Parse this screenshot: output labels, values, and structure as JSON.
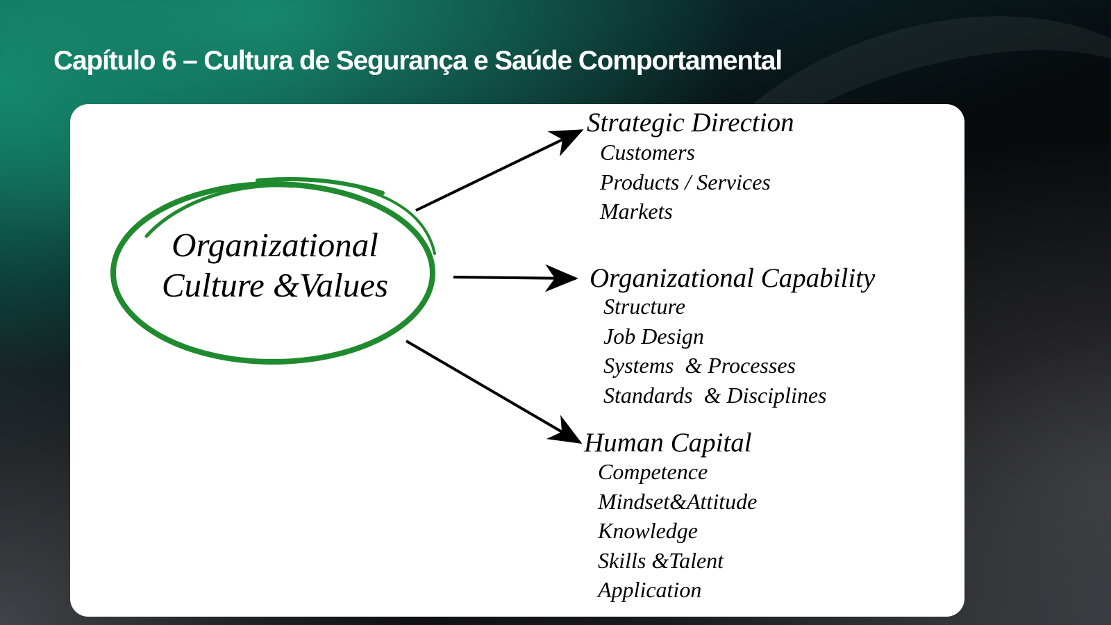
{
  "slide": {
    "title": "Capítulo 6 – Cultura de Segurança e Saúde Comportamental"
  },
  "diagram": {
    "center": {
      "line1": "Organizational",
      "line2": "Culture &Values",
      "color": "#1f8a2e"
    },
    "branches": [
      {
        "heading": "Strategic Direction",
        "items": [
          "Customers",
          "Products / Services",
          "Markets"
        ]
      },
      {
        "heading": "Organizational Capability",
        "items": [
          "Structure",
          "Job Design",
          "Systems  & Processes",
          "Standards  & Disciplines"
        ]
      },
      {
        "heading": "Human Capital",
        "items": [
          "Competence",
          "Mindset&Attitude",
          "Knowledge",
          "Skills &Talent",
          "Application"
        ]
      }
    ]
  }
}
